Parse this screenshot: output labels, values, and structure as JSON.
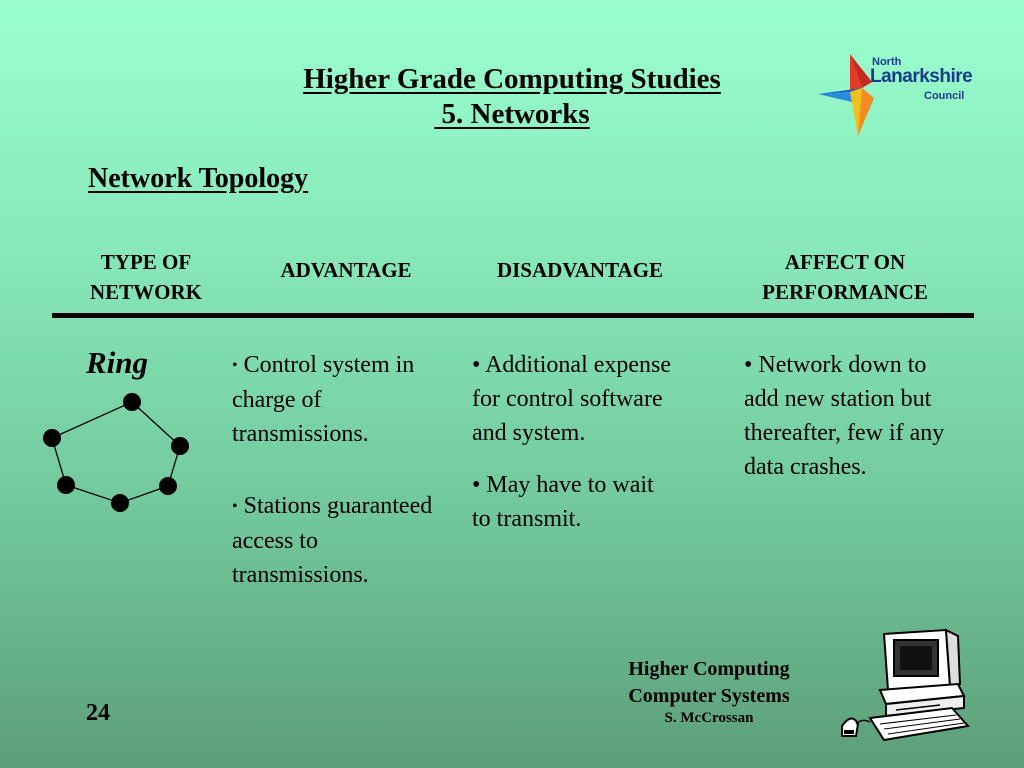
{
  "title": {
    "line1": "Higher Grade Computing Studies",
    "line2": " 5. Networks"
  },
  "logo": {
    "line1": "North",
    "line2": "Lanarkshire",
    "line3": "Council",
    "icon": "north-lanarkshire-star-logo"
  },
  "section_heading": "Network Topology",
  "table": {
    "headers": {
      "type": [
        "TYPE OF",
        "NETWORK"
      ],
      "advantage": "ADVANTAGE",
      "disadvantage": "DISADVANTAGE",
      "affect": [
        "AFFECT ON",
        "PERFORMANCE"
      ]
    },
    "row": {
      "type": "Ring",
      "diagram_icon": "ring-topology-icon",
      "advantages": [
        "Control system in charge of transmissions.",
        "Stations guaranteed access to transmissions."
      ],
      "disadvantages": [
        "Additional expense for control software and system.",
        "May have to wait to transmit."
      ],
      "affect": [
        "Network down to add new station but thereafter, few if any data crashes."
      ]
    }
  },
  "footer": {
    "line1": "Higher Computing",
    "line2": "Computer Systems",
    "author": "S. McCrossan"
  },
  "computer_icon": "desktop-computer-icon",
  "page_number": "24",
  "bullet": "•"
}
